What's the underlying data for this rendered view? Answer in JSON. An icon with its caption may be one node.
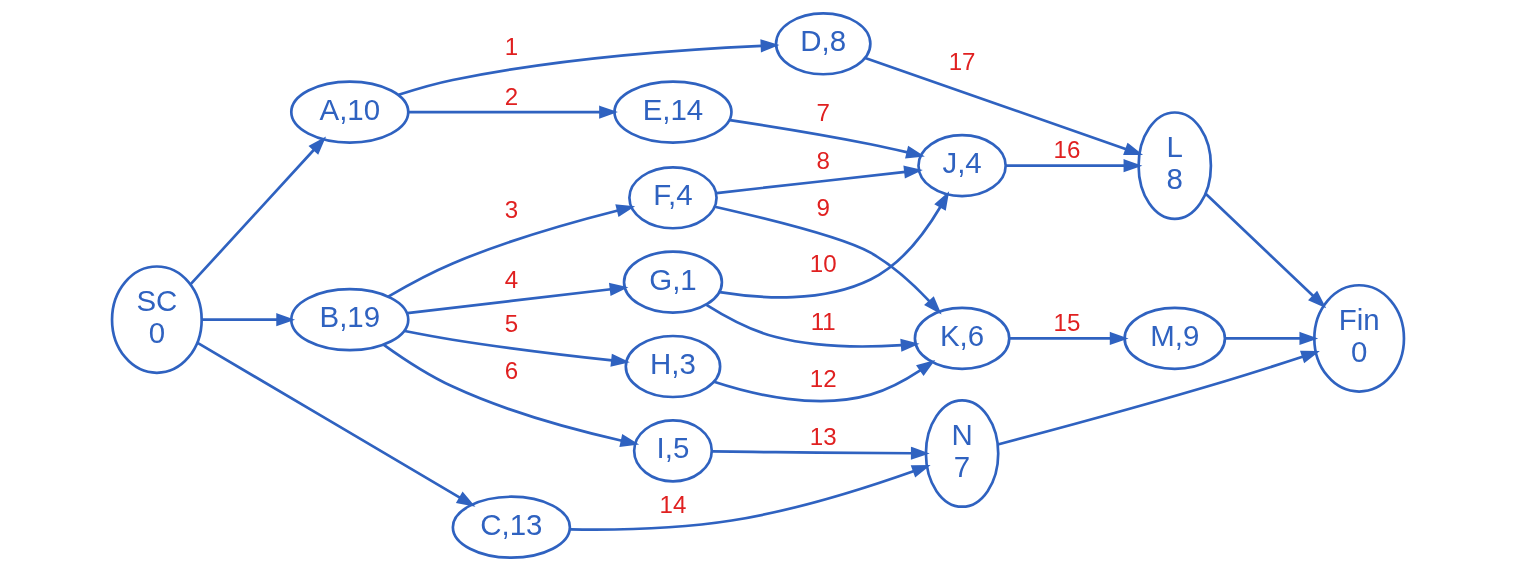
{
  "diagram": {
    "nodes": [
      {
        "text": [
          "SC",
          "0"
        ]
      },
      {
        "text": [
          "A,10"
        ]
      },
      {
        "text": [
          "B,19"
        ]
      },
      {
        "text": [
          "C,13"
        ]
      },
      {
        "text": [
          "D,8"
        ]
      },
      {
        "text": [
          "E,14"
        ]
      },
      {
        "text": [
          "F,4"
        ]
      },
      {
        "text": [
          "G,1"
        ]
      },
      {
        "text": [
          "H,3"
        ]
      },
      {
        "text": [
          "I,5"
        ]
      },
      {
        "text": [
          "J,4"
        ]
      },
      {
        "text": [
          "K,6"
        ]
      },
      {
        "text": [
          "L",
          "8"
        ]
      },
      {
        "text": [
          "M,9"
        ]
      },
      {
        "text": [
          "N",
          "7"
        ]
      },
      {
        "text": [
          "Fin",
          "0"
        ]
      }
    ],
    "edges": [
      {
        "from": 0,
        "to": 1,
        "arrow": "to"
      },
      {
        "from": 0,
        "to": 2,
        "arrow": "to"
      },
      {
        "from": 0,
        "to": 3,
        "arrow": "to"
      },
      {
        "from": 1,
        "to": 4,
        "arrow": "to",
        "label": "1"
      },
      {
        "from": 1,
        "to": 5,
        "arrow": "to",
        "label": "2"
      },
      {
        "from": 2,
        "to": 6,
        "arrow": "to",
        "label": "3"
      },
      {
        "from": 2,
        "to": 7,
        "arrow": "to",
        "label": "4"
      },
      {
        "from": 2,
        "to": 8,
        "arrow": "to",
        "label": "5"
      },
      {
        "from": 2,
        "to": 9,
        "arrow": "to",
        "label": "6"
      },
      {
        "from": 5,
        "to": 10,
        "arrow": "to",
        "label": "7"
      },
      {
        "from": 6,
        "to": 10,
        "arrow": "to",
        "label": "8"
      },
      {
        "from": 6,
        "to": 11,
        "arrow": "to",
        "label": "9"
      },
      {
        "from": 7,
        "to": 10,
        "arrow": "to",
        "label": "10"
      },
      {
        "from": 7,
        "to": 11,
        "arrow": "to",
        "label": "11"
      },
      {
        "from": 8,
        "to": 11,
        "arrow": "to",
        "label": "12"
      },
      {
        "from": 9,
        "to": 14,
        "arrow": "to",
        "label": "13"
      },
      {
        "from": 3,
        "to": 14,
        "arrow": "to",
        "label": "14"
      },
      {
        "from": 11,
        "to": 13,
        "arrow": "to",
        "label": "15"
      },
      {
        "from": 10,
        "to": 12,
        "arrow": "to",
        "label": "16"
      },
      {
        "from": 4,
        "to": 12,
        "arrow": "to",
        "label": "17"
      },
      {
        "from": 12,
        "to": 15,
        "arrow": "to"
      },
      {
        "from": 13,
        "to": 15,
        "arrow": "to"
      },
      {
        "from": 14,
        "to": 15,
        "arrow": "to"
      }
    ]
  }
}
